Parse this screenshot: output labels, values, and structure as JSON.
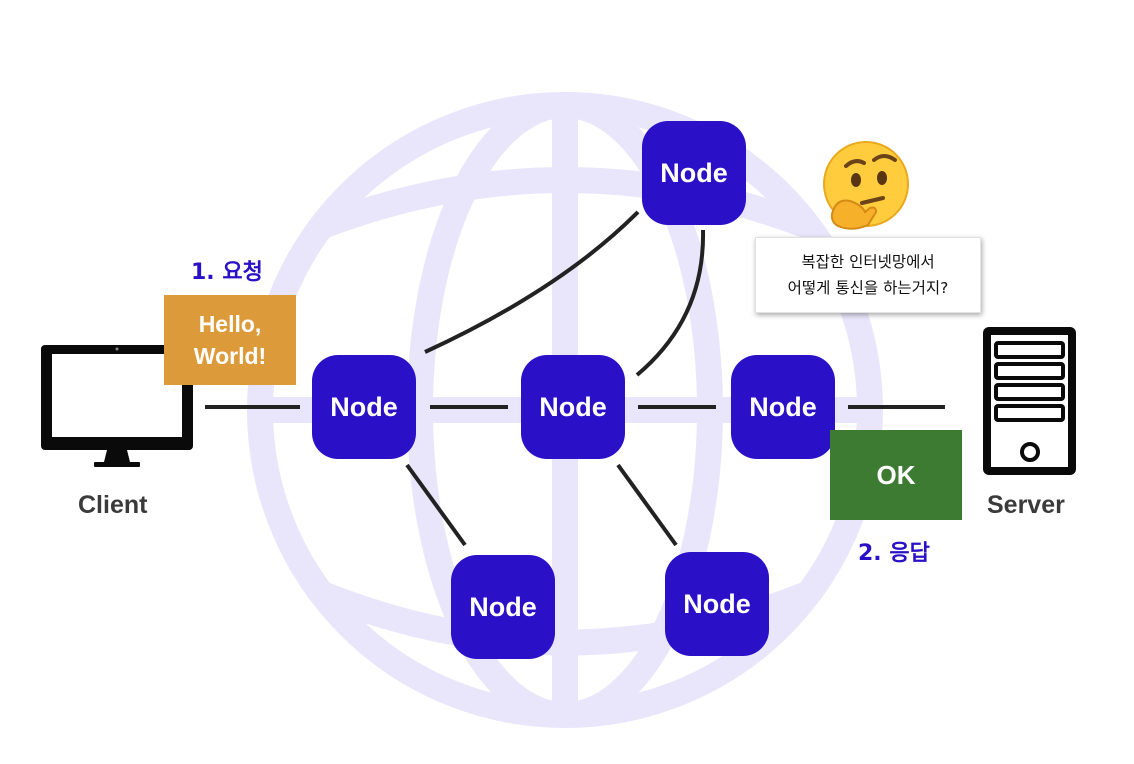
{
  "nodes": [
    {
      "id": "center",
      "label": "Node"
    },
    {
      "id": "left",
      "label": "Node"
    },
    {
      "id": "right",
      "label": "Node"
    },
    {
      "id": "top",
      "label": "Node"
    },
    {
      "id": "bottom-left",
      "label": "Node"
    },
    {
      "id": "bottom-right",
      "label": "Node"
    }
  ],
  "client": {
    "label": "Client",
    "icon": "monitor-icon"
  },
  "server": {
    "label": "Server",
    "icon": "server-icon"
  },
  "request": {
    "step_label": "1. 요청",
    "message_line1": "Hello,",
    "message_line2": "World!"
  },
  "response": {
    "step_label": "2. 응답",
    "message": "OK"
  },
  "question": {
    "line1": "복잡한 인터넷망에서",
    "line2": "어떻게 통신을 하는거지?",
    "icon": "thinking-face-emoji"
  },
  "colors": {
    "node": "#2a10c6",
    "step_label": "#2a10c6",
    "request_box": "#dc9a3a",
    "response_box": "#3e7b32",
    "globe": "#e9e6fb",
    "connector": "#222222"
  }
}
